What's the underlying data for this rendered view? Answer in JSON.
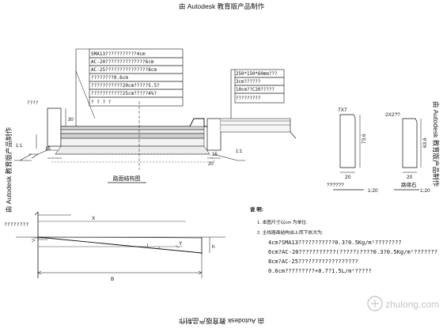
{
  "watermark": {
    "top": "由 Autodesk 教育版产品制作",
    "bottom": "由 Autodesk 教育版产品制作",
    "left": "由 Autodesk 教育版产品制作",
    "right": "由 Autodesk 教育版产品制作"
  },
  "cross_section": {
    "layer_callouts": [
      "SMA13???????????4cm",
      "AC-20??????????????6cm",
      "AC-25???????????????8cm",
      "????????0.6cm",
      "???????????20cm?????5.5?",
      "???????????25cm?????4%?",
      "? ? ? ?"
    ],
    "left_callout": "????",
    "right_callouts": [
      "250*150*60mm???",
      "3cm??????",
      "10cm??C20?????",
      "?????????"
    ],
    "dims": {
      "d30": "30",
      "d15_left": "15",
      "d15_right": "15",
      "d20": "20",
      "slope_left": "1:1",
      "slope_right": "1:1"
    },
    "caption": "路面结构图"
  },
  "curb_detail": {
    "label_a": "7X7",
    "label_b": "2X2??",
    "height_a": "73.6",
    "height_b": "63.6",
    "width_a": "20",
    "width_b": "20",
    "caption_a": "??????",
    "caption_b": "路缘石",
    "scale_a": "1:20",
    "scale_b": "1:20"
  },
  "profile": {
    "left_label": "????????",
    "dim_x": "X",
    "dim_b": "B",
    "dim_h": "h",
    "dim_i": "i",
    "dim_y": "Y"
  },
  "notes": {
    "heading": "说 明:",
    "items": [
      "1. 本图尺寸以cm 为单位.",
      "2. 主线路面结构由上而下依次为:",
      "4cm?SMA13???????????0.3?0.5Kg/m²????????",
      "6cm?AC-20???????????(?????)????0.3?0.5Kg/m²???????",
      "8cm?AC-25??????????????????",
      "0.6cm?????????+0.7?1.5L/m²?????"
    ]
  },
  "logo": "zhulong.com"
}
